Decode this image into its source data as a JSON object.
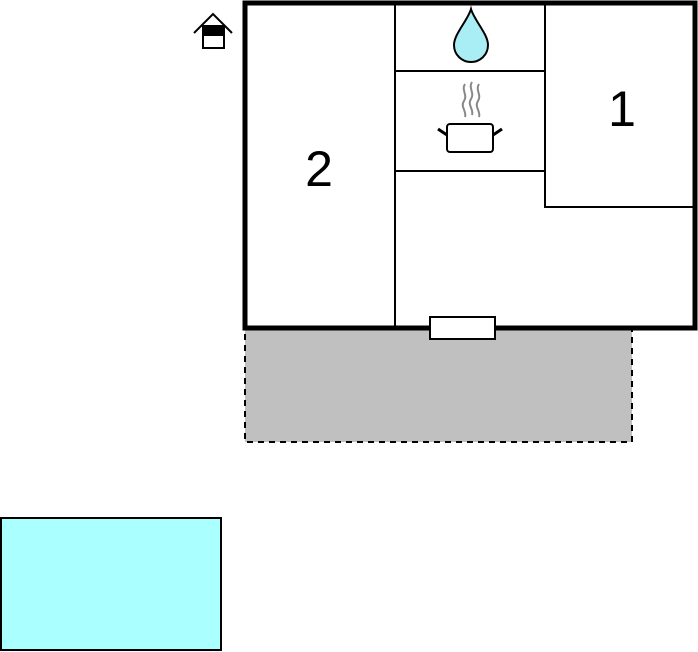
{
  "floorplan": {
    "rooms": [
      {
        "id": "bedroom-1",
        "label": "1"
      },
      {
        "id": "bedroom-2",
        "label": "2"
      }
    ],
    "icons": [
      "entrance-icon",
      "water-drop-icon",
      "cooking-pot-icon"
    ],
    "areas": [
      "terrace",
      "pool"
    ]
  },
  "colors": {
    "wall": "#000000",
    "terrace": "#c0c0c0",
    "pool": "#aaffff",
    "water": "#a8eef4",
    "background": "#ffffff"
  }
}
